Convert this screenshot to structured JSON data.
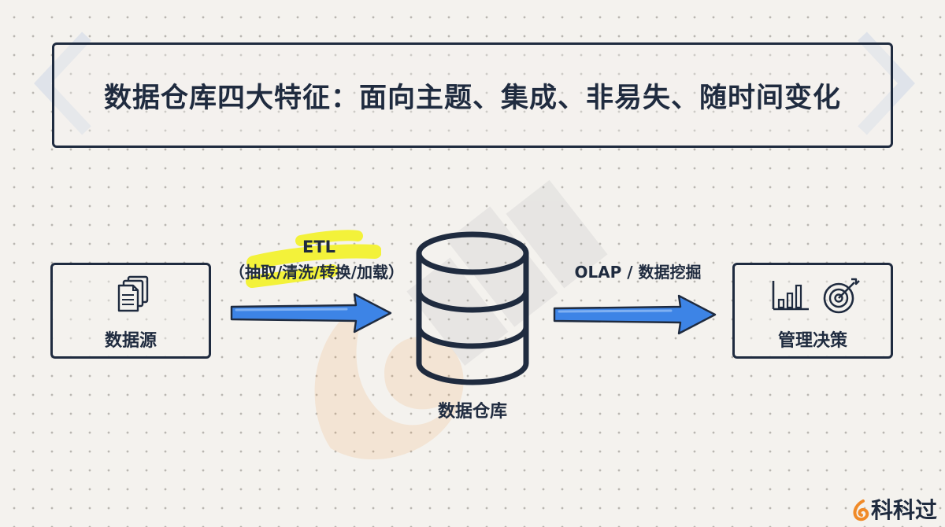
{
  "title": "数据仓库四大特征：面向主题、集成、非易失、随时间变化",
  "nodes": {
    "source": {
      "label": "数据源",
      "icon": "documents-icon"
    },
    "warehouse": {
      "label": "数据仓库",
      "icon": "database-icon"
    },
    "decision": {
      "label": "管理决策",
      "icons": [
        "bar-chart-icon",
        "target-icon"
      ]
    }
  },
  "edges": {
    "etl": {
      "title": "ETL",
      "detail": "（抽取/清洗/转换/加载）"
    },
    "olap": {
      "label": "OLAP / 数据挖掘"
    }
  },
  "brand": {
    "text": "科科过"
  },
  "colors": {
    "ink": "#1f2b3f",
    "arrow": "#3d84e6",
    "highlight": "#f3f23a",
    "background": "#f4f2ee",
    "brand_orange": "#f08a28"
  }
}
